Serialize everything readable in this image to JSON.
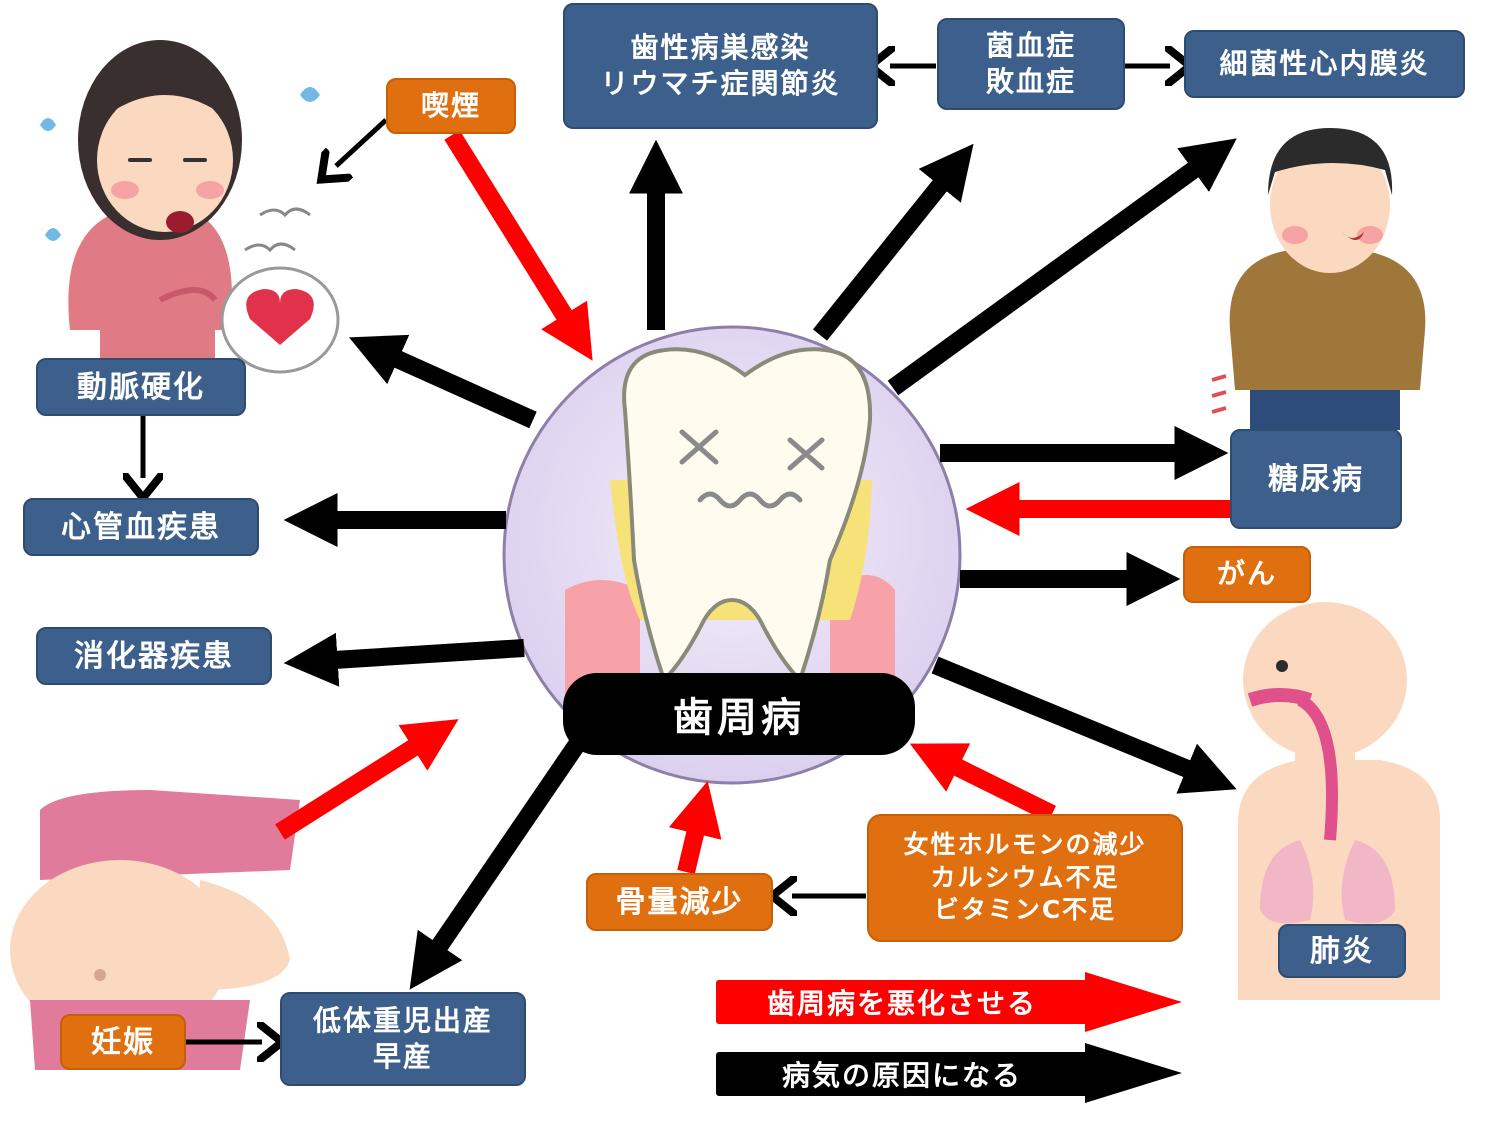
{
  "colors": {
    "box_blue": "#3c5f8c",
    "box_orange": "#e0700f",
    "arrow_red": "#ff0000",
    "arrow_black": "#000000",
    "circle_fill": "#e6dcf2",
    "skin": "#fbd9c0"
  },
  "center": {
    "label": "歯周病"
  },
  "nodes": {
    "infection": {
      "line1": "歯性病巣感染",
      "line2": "リウマチ症関節炎"
    },
    "sepsis": {
      "line1": "菌血症",
      "line2": "敗血症"
    },
    "endocarditis": {
      "label": "細菌性心内膜炎"
    },
    "smoking": {
      "label": "喫煙"
    },
    "arteriosclerosis": {
      "label": "動脈硬化"
    },
    "cardiovascular": {
      "label": "心管血疾患"
    },
    "digestive": {
      "label": "消化器疾患"
    },
    "diabetes": {
      "label": "糖尿病"
    },
    "cancer": {
      "label": "がん"
    },
    "pneumonia": {
      "label": "肺炎"
    },
    "bone_loss": {
      "label": "骨量減少"
    },
    "hormone": {
      "line1": "女性ホルモンの減少",
      "line2": "カルシウム不足",
      "line3": "ビタミンC不足"
    },
    "low_birth": {
      "line1": "低体重児出産",
      "line2": "早産"
    },
    "pregnancy": {
      "label": "妊娠"
    }
  },
  "legend": {
    "red_label": "歯周病を悪化させる",
    "black_label": "病気の原因になる"
  }
}
